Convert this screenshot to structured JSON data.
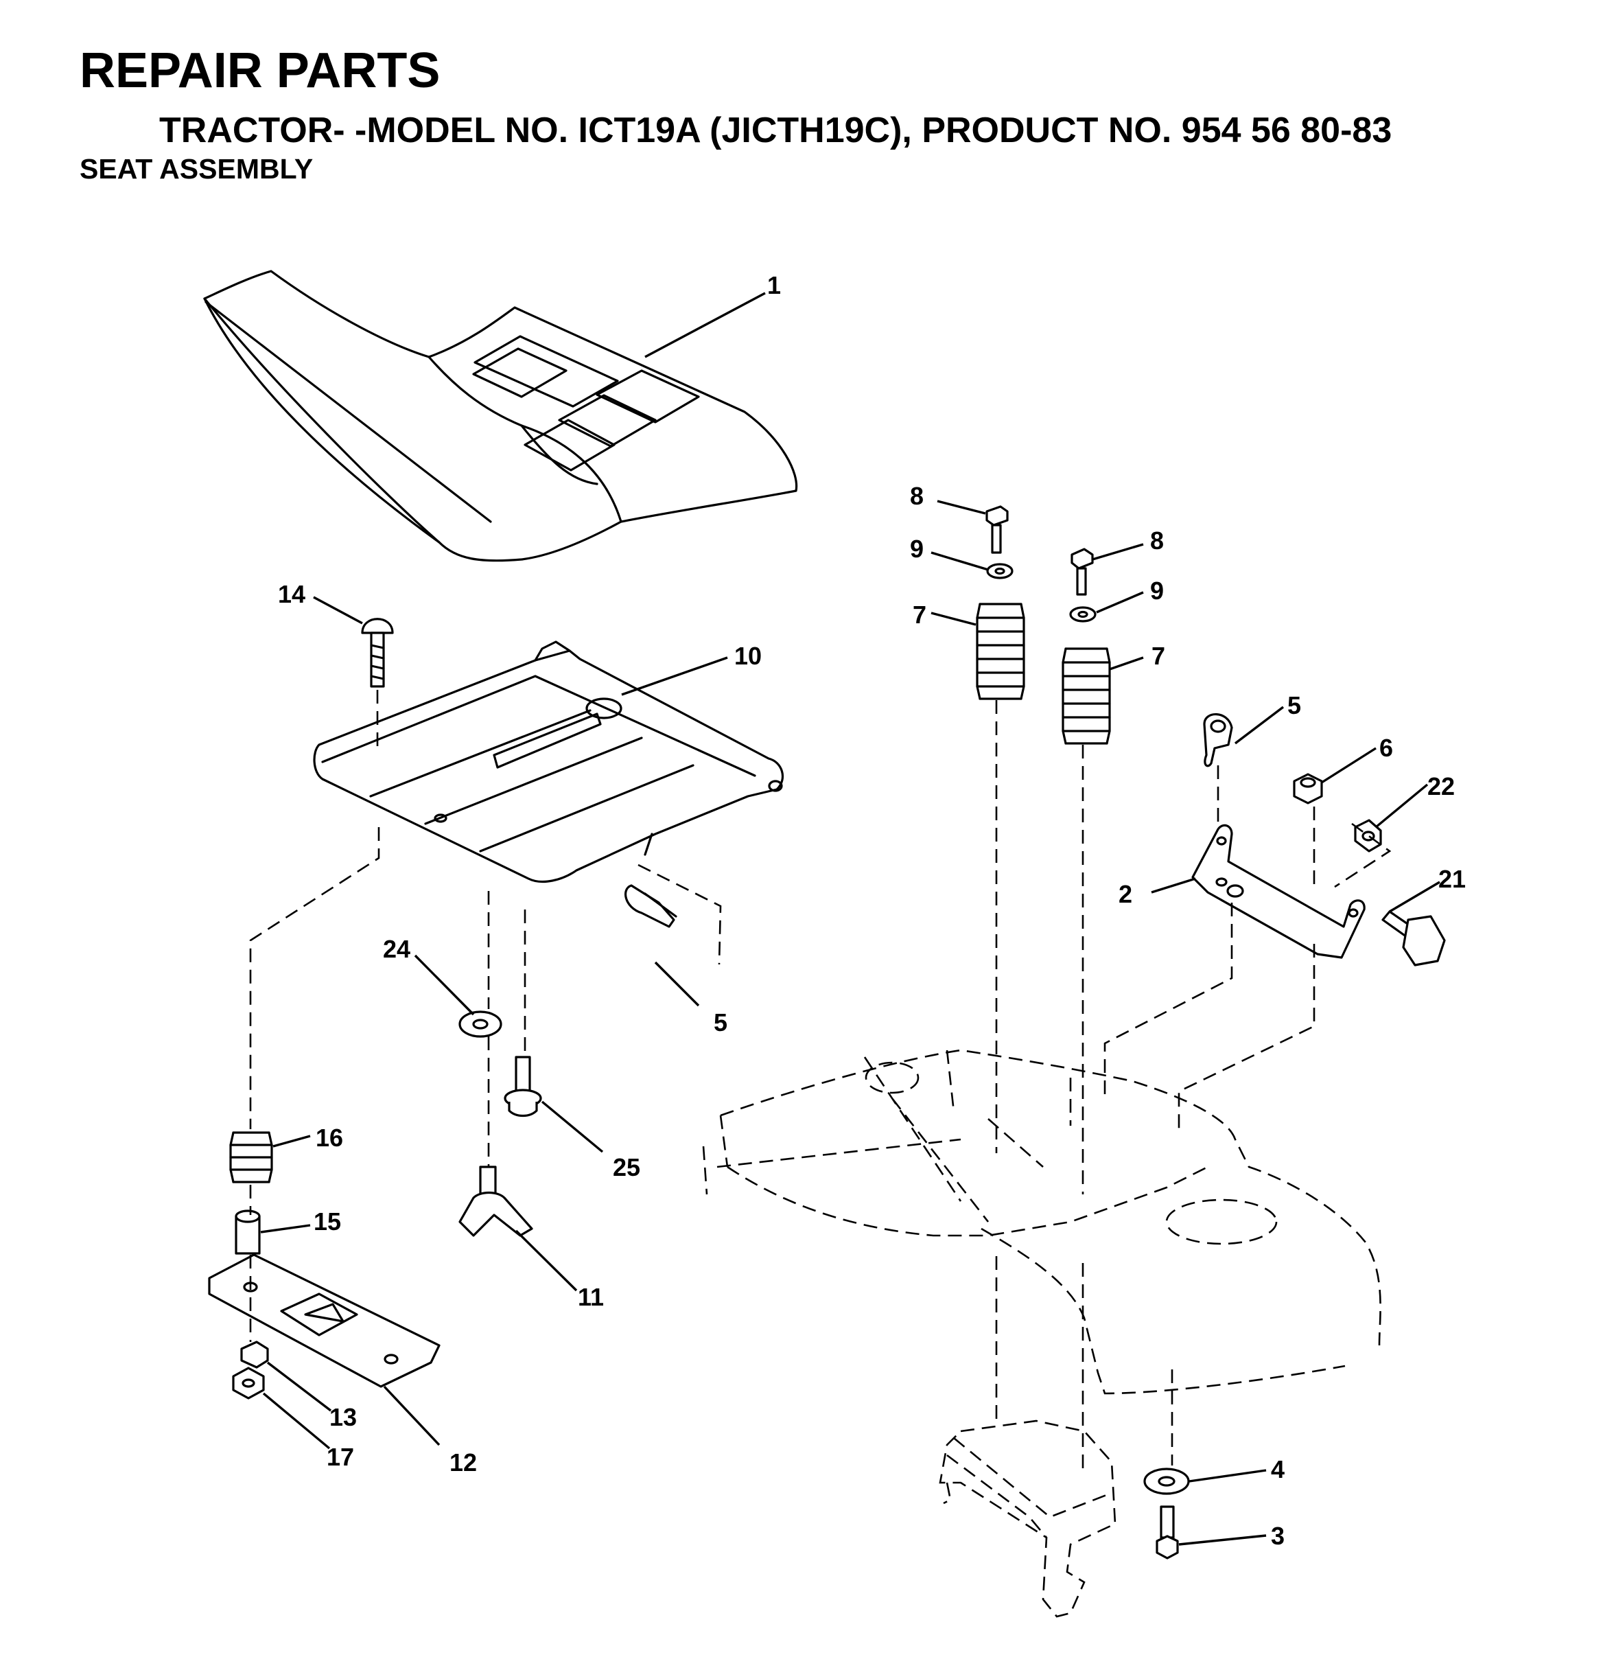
{
  "header": {
    "title": "REPAIR PARTS",
    "subtitle": "TRACTOR- -MODEL NO. ICT19A (JICTH19C), PRODUCT NO. 954 56 80-83",
    "section": "SEAT ASSEMBLY"
  },
  "callouts": [
    {
      "id": "c1",
      "label": "1"
    },
    {
      "id": "c14",
      "label": "14"
    },
    {
      "id": "c10",
      "label": "10"
    },
    {
      "id": "c24",
      "label": "24"
    },
    {
      "id": "c5a",
      "label": "5"
    },
    {
      "id": "c25",
      "label": "25"
    },
    {
      "id": "c16",
      "label": "16"
    },
    {
      "id": "c15",
      "label": "15"
    },
    {
      "id": "c11",
      "label": "11"
    },
    {
      "id": "c13",
      "label": "13"
    },
    {
      "id": "c17",
      "label": "17"
    },
    {
      "id": "c12",
      "label": "12"
    },
    {
      "id": "c8a",
      "label": "8"
    },
    {
      "id": "c9a",
      "label": "9"
    },
    {
      "id": "c7a",
      "label": "7"
    },
    {
      "id": "c8b",
      "label": "8"
    },
    {
      "id": "c9b",
      "label": "9"
    },
    {
      "id": "c7b",
      "label": "7"
    },
    {
      "id": "c5b",
      "label": "5"
    },
    {
      "id": "c6",
      "label": "6"
    },
    {
      "id": "c22",
      "label": "22"
    },
    {
      "id": "c2",
      "label": "2"
    },
    {
      "id": "c21",
      "label": "21"
    },
    {
      "id": "c4",
      "label": "4"
    },
    {
      "id": "c3",
      "label": "3"
    }
  ]
}
